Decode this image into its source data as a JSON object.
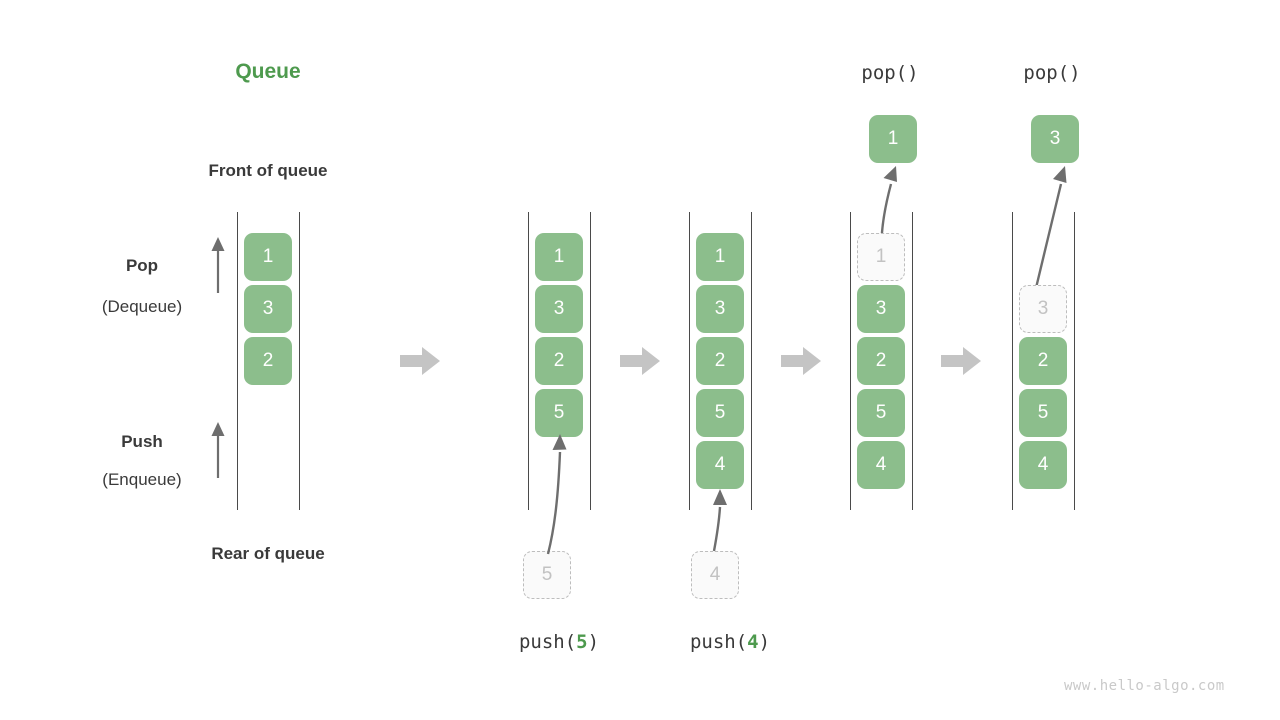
{
  "diagram": {
    "title": "Queue",
    "front_label": "Front of queue",
    "rear_label": "Rear of queue",
    "watermark": "www.hello-algo.com",
    "colors": {
      "element_fill": "#8cbe8c",
      "element_text": "#ffffff",
      "title_green": "#4e9a4e",
      "ghost_fill": "#fafafa",
      "ghost_border": "#bdbdbd",
      "ghost_text": "#c2c2c2",
      "rail": "#4a4a4a",
      "transition_arrow": "#c4c4c4",
      "curve_arrow": "#6e6e6e",
      "text": "#3a3a3a",
      "watermark": "#c9c9c9"
    },
    "side_annotations": [
      {
        "name": "pop",
        "title": "Pop",
        "subtitle": "(Dequeue)"
      },
      {
        "name": "push",
        "title": "Push",
        "subtitle": "(Enqueue)"
      }
    ],
    "steps": [
      {
        "id": "initial",
        "caption": "",
        "op_label": "",
        "cells": [
          "1",
          "3",
          "2"
        ],
        "ghost_index": -1,
        "incoming": null,
        "outgoing": null
      },
      {
        "id": "push-5",
        "caption_parts": {
          "fn": "push(",
          "arg": "5",
          "close": ")"
        },
        "caption_text": "push(5)",
        "op_label": "",
        "cells": [
          "1",
          "3",
          "2",
          "5"
        ],
        "ghost_index": -1,
        "incoming": {
          "value": "5",
          "from": "below"
        },
        "outgoing": null
      },
      {
        "id": "push-4",
        "caption_parts": {
          "fn": "push(",
          "arg": "4",
          "close": ")"
        },
        "caption_text": "push(4)",
        "op_label": "",
        "cells": [
          "1",
          "3",
          "2",
          "5",
          "4"
        ],
        "ghost_index": -1,
        "incoming": {
          "value": "4",
          "from": "below"
        },
        "outgoing": null
      },
      {
        "id": "pop-1",
        "caption_text": "",
        "op_label": "pop()",
        "cells": [
          "1",
          "3",
          "2",
          "5",
          "4"
        ],
        "ghost_index": 0,
        "incoming": null,
        "outgoing": {
          "value": "1",
          "to": "above"
        }
      },
      {
        "id": "pop-3",
        "caption_text": "",
        "op_label": "pop()",
        "cells": [
          "3",
          "2",
          "5",
          "4"
        ],
        "ghost_index": 0,
        "incoming": null,
        "outgoing": {
          "value": "3",
          "to": "above"
        }
      }
    ]
  }
}
